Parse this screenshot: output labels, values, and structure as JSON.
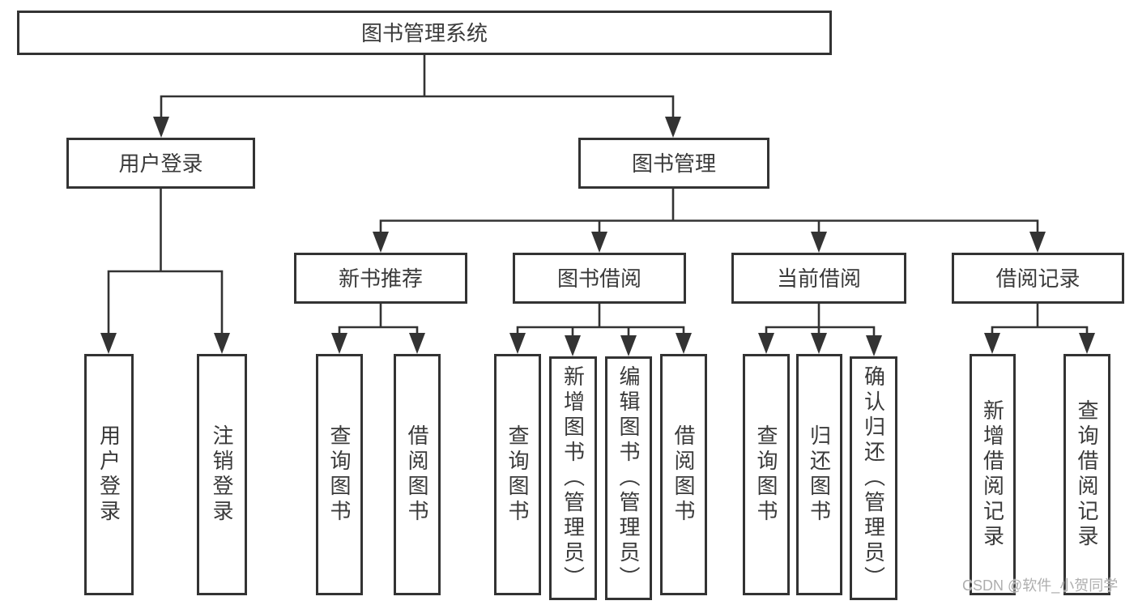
{
  "diagram_type": "hierarchy-tree",
  "colors": {
    "line": "#333333",
    "box_border": "#333333",
    "box_fill": "#ffffff",
    "text": "#3a3a3a",
    "background": "#ffffff",
    "watermark": "#aeaeae"
  },
  "tree": {
    "root": {
      "label": "图书管理系统"
    },
    "branches": [
      {
        "label": "用户登录",
        "children": [
          {
            "label": "用户登录"
          },
          {
            "label": "注销登录"
          }
        ]
      },
      {
        "label": "图书管理",
        "children": [
          {
            "label": "新书推荐",
            "children": [
              {
                "label": "查询图书"
              },
              {
                "label": "借阅图书"
              }
            ]
          },
          {
            "label": "图书借阅",
            "children": [
              {
                "label": "查询图书"
              },
              {
                "label": "新增图书（管理员）"
              },
              {
                "label": "编辑图书（管理员）"
              },
              {
                "label": "借阅图书"
              }
            ]
          },
          {
            "label": "当前借阅",
            "children": [
              {
                "label": "查询图书"
              },
              {
                "label": "归还图书"
              },
              {
                "label": "确认归还（管理员）"
              }
            ]
          },
          {
            "label": "借阅记录",
            "children": [
              {
                "label": "新增借阅记录"
              },
              {
                "label": "查询借阅记录"
              }
            ]
          }
        ]
      }
    ]
  },
  "watermark": {
    "text": "CSDN @软件_小贺同学"
  }
}
